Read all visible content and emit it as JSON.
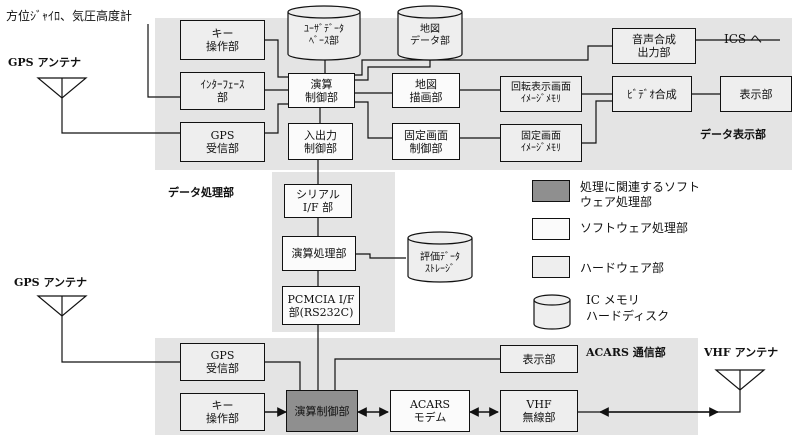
{
  "figure": {
    "top_label": "方位ｼﾞｬｲﾛ、気圧高度計",
    "ics_label": "ICS へ"
  },
  "display_section": {
    "title": "データ表示部",
    "key_op": "キー\n操作部",
    "user_db": "ﾕｰｻﾞﾃﾞｰﾀ\nﾍﾞｰｽ部",
    "map_db": "地図\nデータ部",
    "voice": "音声合成\n出力部",
    "interface": "ｲﾝﾀｰﾌｪｰｽ\n部",
    "compute": "演算\n制御部",
    "map_draw": "地図\n描画部",
    "rot_image": "回転表示画面\nｲﾒｰｼﾞﾒﾓﾘ",
    "video": "ﾋﾞﾃﾞｵ合成",
    "display": "表示部",
    "gps_rx": "GPS\n受信部",
    "io": "入出力\n制御部",
    "fixed_ctrl": "固定画面\n制御部",
    "fixed_image": "固定画面\nｲﾒｰｼﾞﾒﾓﾘ"
  },
  "processing_section": {
    "title": "データ処理部",
    "serial": "シリアル\nI/F 部",
    "compute": "演算処理部",
    "storage": "評価ﾃﾞｰﾀ\nｽﾄﾚｰｼﾞ",
    "pcmcia": "PCMCIA I/F\n部(RS232C)"
  },
  "acars_section": {
    "title": "ACARS 通信部",
    "gps_rx": "GPS\n受信部",
    "display": "表示部",
    "key_op": "キー\n操作部",
    "compute": "演算制御部",
    "modem": "ACARS\nモデム",
    "vhf": "VHF\n無線部"
  },
  "antennas": {
    "gps_upper": "GPS アンテナ",
    "gps_lower": "GPS アンテナ",
    "vhf": "VHF アンテナ"
  },
  "legend": {
    "related": "処理に関連するソフト\nウェア処理部",
    "software": "ソフトウェア処理部",
    "hardware": "ハードウェア部",
    "memory": "IC メモリ\nハードディスク"
  },
  "colors": {
    "hardware_fill": "#eeeeee",
    "software_fill": "#fbfbfb",
    "related_fill": "#8f8f8f",
    "region_fill": "#e4e4e4",
    "line": "#111111"
  }
}
